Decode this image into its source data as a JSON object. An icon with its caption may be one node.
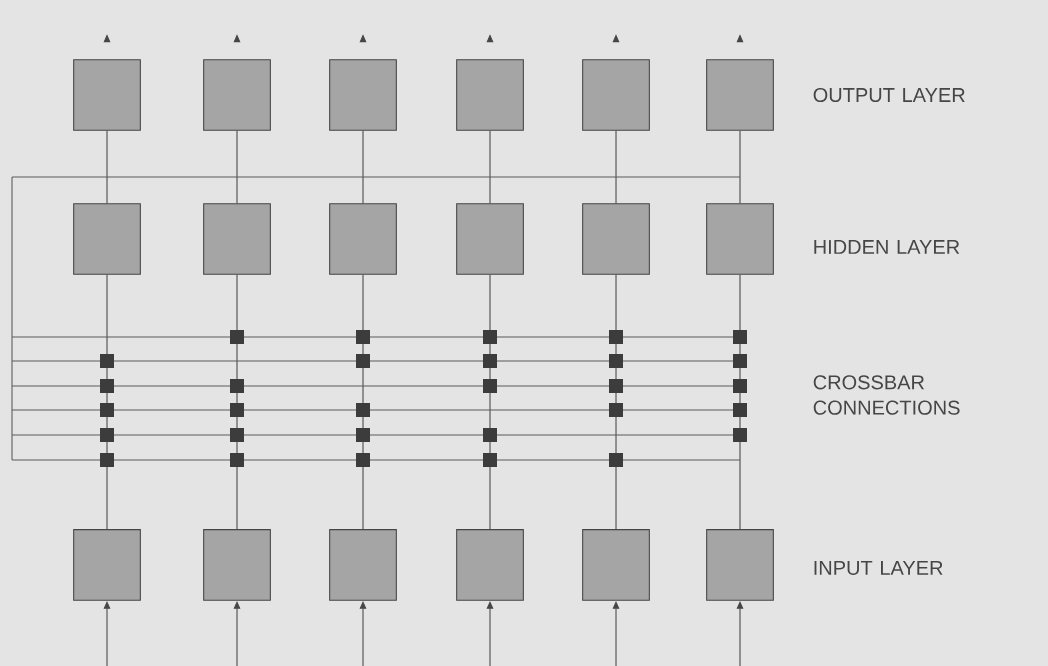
{
  "diagram": {
    "nodes": [
      {
        "text": [],
        "shape": "box"
      },
      {
        "text": [],
        "shape": "box"
      },
      {
        "text": [],
        "shape": "box"
      },
      {
        "text": [],
        "shape": "box"
      },
      {
        "text": [],
        "shape": "box"
      },
      {
        "text": [],
        "shape": "box"
      },
      {
        "text": [],
        "shape": "box"
      },
      {
        "text": [],
        "shape": "box"
      },
      {
        "text": [],
        "shape": "box"
      },
      {
        "text": [],
        "shape": "box"
      },
      {
        "text": [],
        "shape": "box"
      },
      {
        "text": [],
        "shape": "box"
      },
      {
        "text": [],
        "shape": "box"
      },
      {
        "text": [],
        "shape": "box"
      },
      {
        "text": [],
        "shape": "box"
      },
      {
        "text": [],
        "shape": "box"
      },
      {
        "text": [],
        "shape": "box"
      },
      {
        "text": [],
        "shape": "box"
      }
    ],
    "edges": [
      {
        "from": null,
        "to": 12,
        "arrow": "to"
      },
      {
        "from": null,
        "to": 13,
        "arrow": "to"
      },
      {
        "from": null,
        "to": 14,
        "arrow": "to"
      },
      {
        "from": null,
        "to": 15,
        "arrow": "to"
      },
      {
        "from": null,
        "to": 16,
        "arrow": "to"
      },
      {
        "from": null,
        "to": 17,
        "arrow": "to"
      },
      {
        "from": 12,
        "to": 6,
        "arrow": "none"
      },
      {
        "from": 13,
        "to": 7,
        "arrow": "none"
      },
      {
        "from": 14,
        "to": 8,
        "arrow": "none"
      },
      {
        "from": 15,
        "to": 9,
        "arrow": "none"
      },
      {
        "from": 16,
        "to": 10,
        "arrow": "none"
      },
      {
        "from": 17,
        "to": 11,
        "arrow": "none"
      },
      {
        "from": 6,
        "to": 0,
        "arrow": "none"
      },
      {
        "from": 7,
        "to": 1,
        "arrow": "none"
      },
      {
        "from": 8,
        "to": 2,
        "arrow": "none"
      },
      {
        "from": 9,
        "to": 3,
        "arrow": "none"
      },
      {
        "from": 10,
        "to": 4,
        "arrow": "none"
      },
      {
        "from": 11,
        "to": 5,
        "arrow": "none"
      },
      {
        "from": 0,
        "to": null,
        "arrow": "to"
      },
      {
        "from": 1,
        "to": null,
        "arrow": "to"
      },
      {
        "from": 2,
        "to": null,
        "arrow": "to"
      },
      {
        "from": 3,
        "to": null,
        "arrow": "to"
      },
      {
        "from": 4,
        "to": null,
        "arrow": "to"
      },
      {
        "from": 5,
        "to": null,
        "arrow": "to"
      }
    ],
    "labels": [
      "OUTPUT LAYER",
      "HIDDEN LAYER",
      "CROSSBAR CONNECTIONS",
      "INPUT LAYER"
    ]
  }
}
